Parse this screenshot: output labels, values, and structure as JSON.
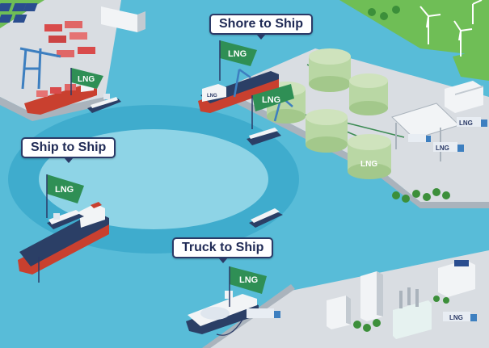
{
  "colors": {
    "sea": "#58bcd8",
    "sea_light": "#8ed4e6",
    "ring": "#2c9fc4",
    "land": "#d9dde2",
    "land_edge": "#aab3bc",
    "grass": "#6fbe56",
    "tank": "#b9d7a4",
    "flag": "#2f8f55",
    "callout_border": "#2b3a67",
    "callout_text": "#1f2a55"
  },
  "labels": {
    "shore_to_ship": "Shore to Ship",
    "ship_to_ship": "Ship to Ship",
    "truck_to_ship": "Truck to Ship"
  },
  "flags": {
    "lng_shore": "LNG",
    "lng_pier": "LNG",
    "lng_port": "LNG",
    "lng_ship_to_ship": "LNG",
    "lng_truck_to_ship": "LNG"
  },
  "tanks": {
    "front_tank": "LNG"
  },
  "vehicles": {
    "truck_1": "LNG",
    "truck_2": "LNG",
    "truck_3": "LNG"
  },
  "icons": [
    "solar-panel-icon",
    "wind-turbine-icon",
    "lng-tank-icon",
    "crane-icon",
    "truck-icon",
    "ship-icon",
    "tree-icon",
    "factory-icon"
  ]
}
